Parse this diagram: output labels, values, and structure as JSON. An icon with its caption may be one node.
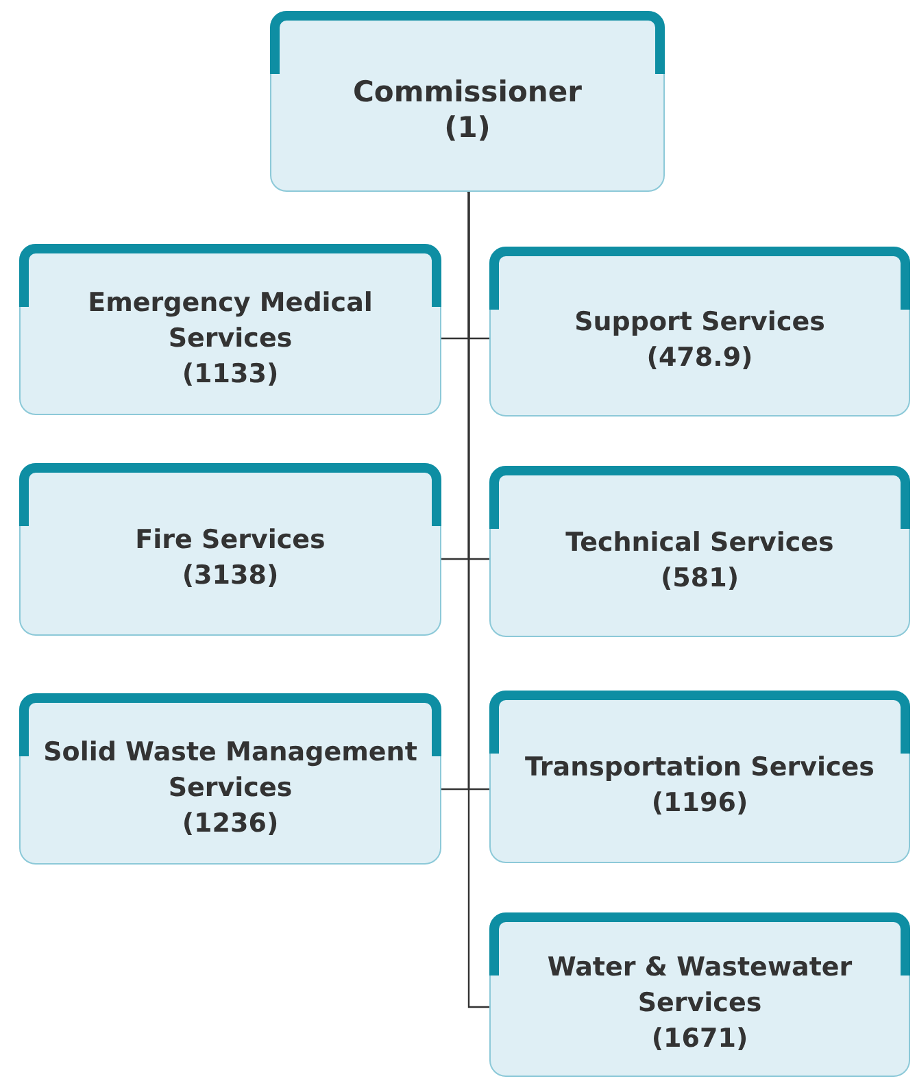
{
  "diagram": {
    "nodes": [
      {
        "text": [
          "Commissioner",
          "(1)"
        ]
      },
      {
        "text": [
          "Emergency Medical Services",
          "(1133)"
        ]
      },
      {
        "text": [
          "Support Services",
          "(478.9)"
        ]
      },
      {
        "text": [
          "Fire Services",
          "(3138)"
        ]
      },
      {
        "text": [
          "Technical Services",
          "(581)"
        ]
      },
      {
        "text": [
          "Solid Waste Management Services",
          "(1236)"
        ]
      },
      {
        "text": [
          "Transportation Services",
          "(1196)"
        ]
      },
      {
        "text": [
          "Water & Wastewater Services",
          "(1671)"
        ]
      }
    ],
    "edges": [
      {
        "from": 0,
        "to": 1,
        "arrow": "none"
      },
      {
        "from": 0,
        "to": 2,
        "arrow": "none"
      },
      {
        "from": 0,
        "to": 3,
        "arrow": "none"
      },
      {
        "from": 0,
        "to": 4,
        "arrow": "none"
      },
      {
        "from": 0,
        "to": 5,
        "arrow": "none"
      },
      {
        "from": 0,
        "to": 6,
        "arrow": "none"
      },
      {
        "from": 0,
        "to": 7,
        "arrow": "none"
      }
    ]
  }
}
